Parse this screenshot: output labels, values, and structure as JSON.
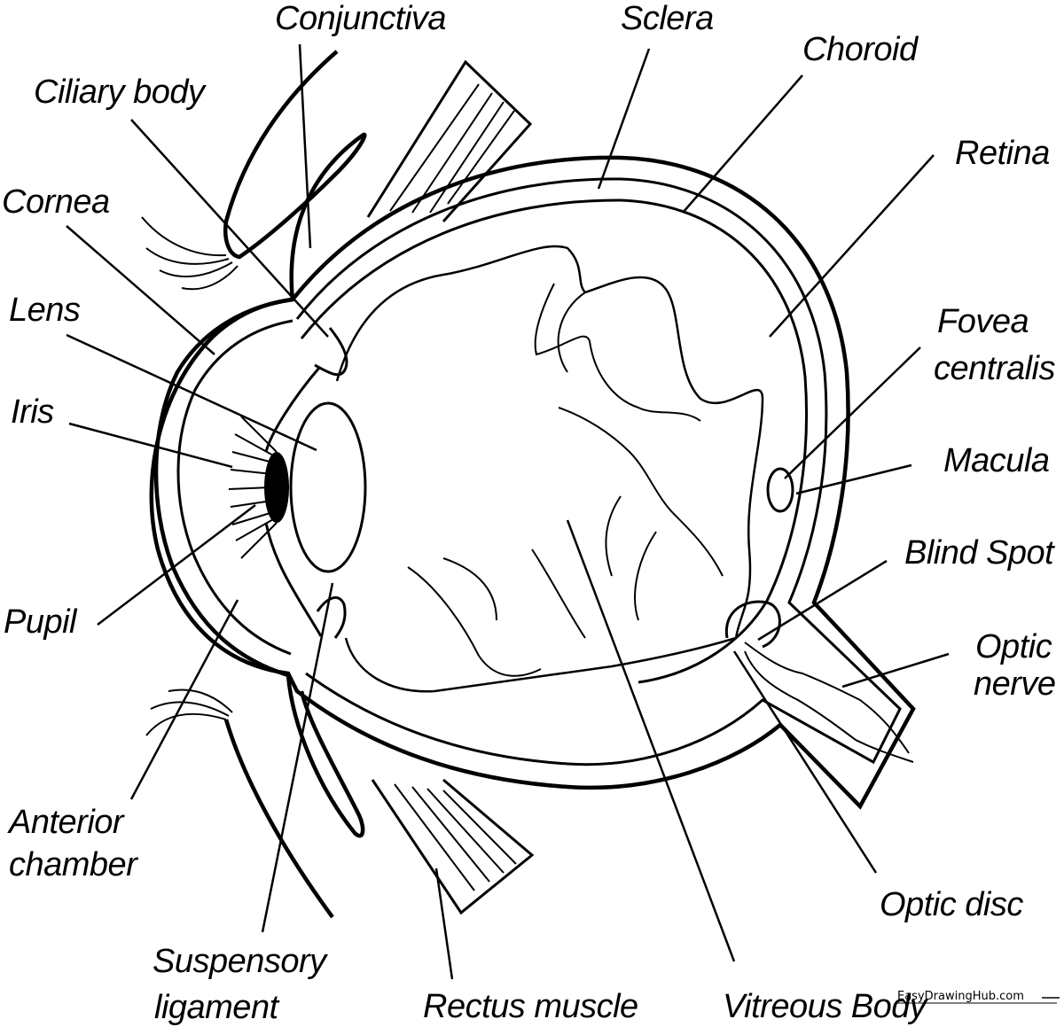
{
  "labels": {
    "conjunctiva": "Conjunctiva",
    "sclera": "Sclera",
    "choroid": "Choroid",
    "ciliary_body": "Ciliary body",
    "retina": "Retina",
    "cornea": "Cornea",
    "lens": "Lens",
    "fovea_line1": "Fovea",
    "fovea_line2": "centralis",
    "iris": "Iris",
    "macula": "Macula",
    "blind_spot": "Blind Spot",
    "pupil": "Pupil",
    "optic_nerve_line1": "Optic",
    "optic_nerve_line2": "nerve",
    "anterior_line1": "Anterior",
    "anterior_line2": "chamber",
    "optic_disc": "Optic  disc",
    "suspensory_line1": "Suspensory",
    "suspensory_line2": "ligament",
    "rectus": "Rectus muscle",
    "vitreous": "Vitreous Body"
  },
  "watermark": "EasyDrawingHub.com",
  "colors": {
    "ink": "#000000",
    "background": "#ffffff"
  }
}
